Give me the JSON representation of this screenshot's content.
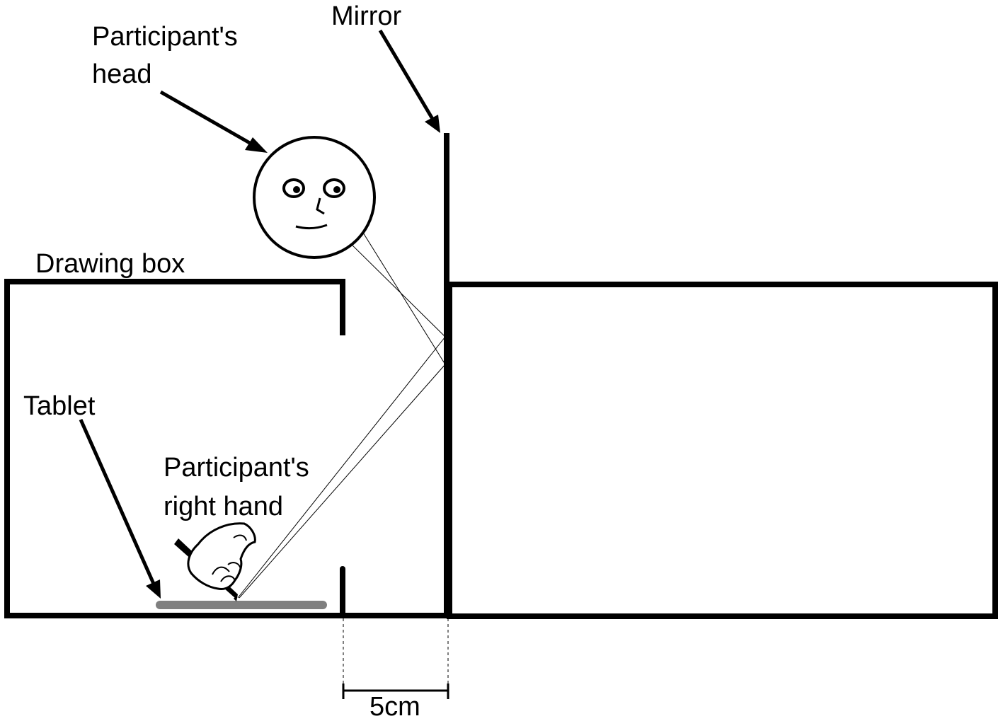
{
  "labels": {
    "participant_head": [
      "Participant's",
      "head"
    ],
    "mirror": "Mirror",
    "drawing_box": "Drawing box",
    "tablet": "Tablet",
    "participant_hand": [
      "Participant's",
      "right hand"
    ],
    "scale": "5cm"
  },
  "colors": {
    "line": "#000000",
    "tablet": "#7f7f7f",
    "background": "#ffffff"
  },
  "icons": {
    "head": "smiling-face-icon",
    "hand": "hand-holding-pen-icon"
  }
}
